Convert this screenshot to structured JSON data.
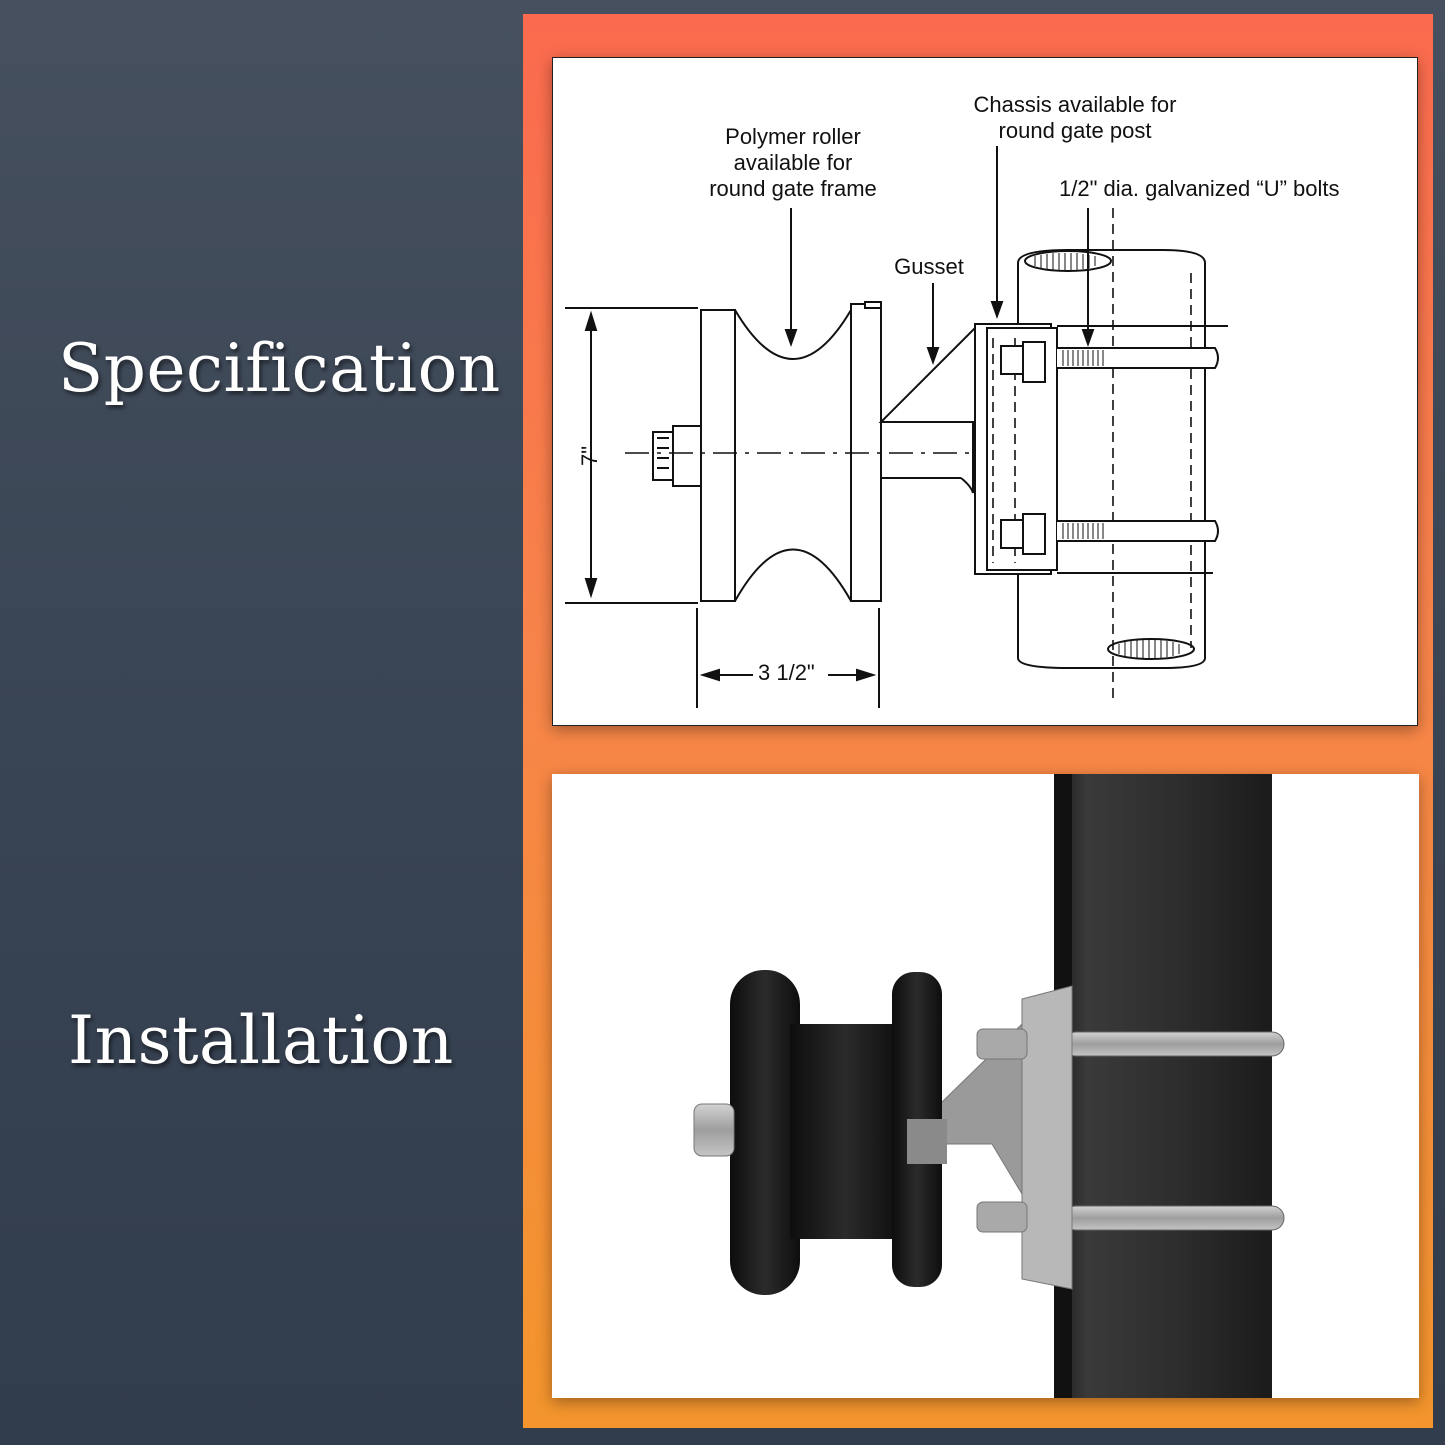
{
  "labels": {
    "specification": "Specification",
    "installation": "Installation"
  },
  "diagram": {
    "roller_callout": [
      "Polymer roller",
      "available for",
      "round gate frame"
    ],
    "chassis_callout": [
      "Chassis available for",
      "round gate post"
    ],
    "ubolt_callout": "1/2\" dia. galvanized “U” bolts",
    "gusset_callout": "Gusset",
    "height_dimension": "7\"",
    "width_dimension": "3  1/2\""
  },
  "colors": {
    "background": "#3a4555",
    "frame_top": "#fb6a4e",
    "frame_bottom": "#f3952c"
  }
}
